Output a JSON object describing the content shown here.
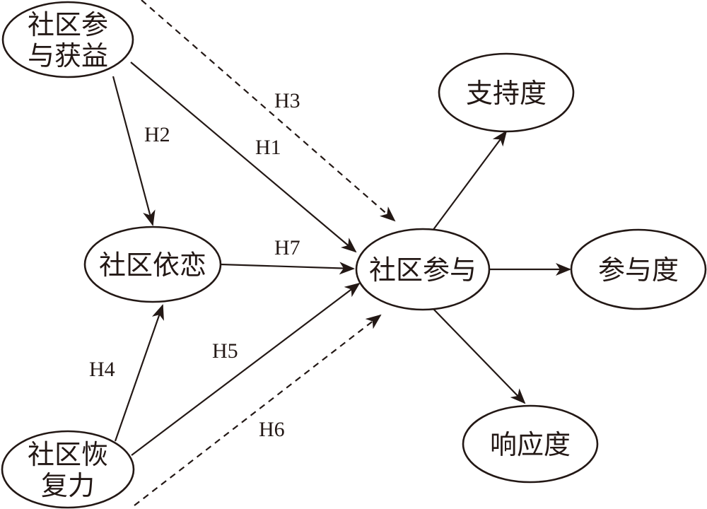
{
  "colors": {
    "ink": "#231815",
    "background": "#ffffff"
  },
  "nodes": {
    "benefits": {
      "lines": [
        "社区参",
        "与获益"
      ]
    },
    "attachment": {
      "lines": [
        "社区依恋"
      ]
    },
    "resilience": {
      "lines": [
        "社区恢",
        "复力"
      ]
    },
    "participation": {
      "lines": [
        "社区参与"
      ]
    },
    "support": {
      "lines": [
        "支持度"
      ]
    },
    "engagement": {
      "lines": [
        "参与度"
      ]
    },
    "response": {
      "lines": [
        "响应度"
      ]
    }
  },
  "edges": {
    "h1": {
      "label": "H1",
      "style": "solid"
    },
    "h2": {
      "label": "H2",
      "style": "solid"
    },
    "h3": {
      "label": "H3",
      "style": "dashed"
    },
    "h4": {
      "label": "H4",
      "style": "solid"
    },
    "h5": {
      "label": "H5",
      "style": "solid"
    },
    "h6": {
      "label": "H6",
      "style": "dashed"
    },
    "h7": {
      "label": "H7",
      "style": "solid"
    },
    "to_support": {
      "label": "",
      "style": "solid"
    },
    "to_engagement": {
      "label": "",
      "style": "solid"
    },
    "to_response": {
      "label": "",
      "style": "solid"
    }
  }
}
